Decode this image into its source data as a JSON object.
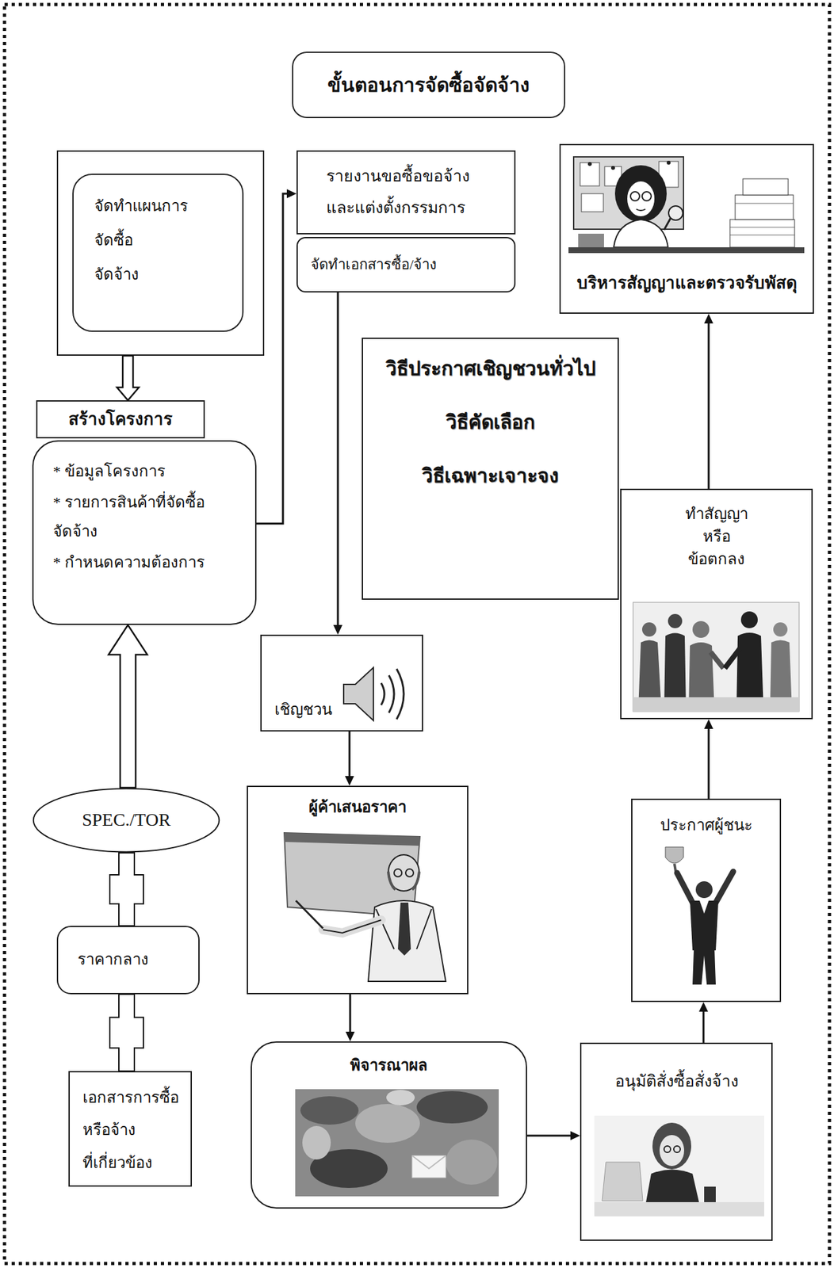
{
  "diagram": {
    "title": "ขั้นตอนการจัดซื้อจัดจ้าง",
    "nodes": [
      {
        "text": [
          "จัดทำแผนการ จัดซื้อ จัดจ้าง"
        ]
      },
      {
        "text": [
          "รายงานขอซื้อขอจ้าง และแต่งตั้งกรรมการ"
        ]
      },
      {
        "text": [
          "จัดทำเอกสารซื้อ/จ้าง"
        ]
      },
      {
        "text": [
          "บริหารสัญญาและตรวจรับพัสดุ"
        ]
      },
      {
        "text": [
          "สร้างโครงการ"
        ]
      },
      {
        "text": [
          "* ข้อมูลโครงการ",
          "* รายการสินค้าที่จัดซื้อ จัดจ้าง",
          "* กำหนดความต้องการ"
        ]
      },
      {
        "text": [
          "วิธีประกาศเชิญชวนทั่วไป",
          "วิธีคัดเลือก",
          "วิธีเฉพาะเจาะจง"
        ]
      },
      {
        "text": [
          "ทำสัญญา หรือ ข้อตกลง"
        ]
      },
      {
        "text": [
          "เชิญชวน"
        ]
      },
      {
        "text": [
          "SPEC./TOR"
        ]
      },
      {
        "text": [
          "ผู้ค้าเสนอราคา"
        ]
      },
      {
        "text": [
          "ประกาศผู้ชนะ"
        ]
      },
      {
        "text": [
          "ราคากลาง"
        ]
      },
      {
        "text": [
          "เอกสารการซื้อ หรือจ้าง ที่เกี่ยวข้อง"
        ]
      },
      {
        "text": [
          "พิจารณาผล"
        ]
      },
      {
        "text": [
          "อนุมัติสั่งซื้อสั่งจ้าง"
        ]
      }
    ],
    "edges": [
      {
        "from": 0,
        "to": 4,
        "arrow": "to"
      },
      {
        "from": 5,
        "to": 1,
        "arrow": "to"
      },
      {
        "from": 2,
        "to": 8,
        "arrow": "to"
      },
      {
        "from": 8,
        "to": 10,
        "arrow": "to"
      },
      {
        "from": 10,
        "to": 14,
        "arrow": "to"
      },
      {
        "from": 14,
        "to": 15,
        "arrow": "to"
      },
      {
        "from": 15,
        "to": 11,
        "arrow": "to"
      },
      {
        "from": 11,
        "to": 7,
        "arrow": "to"
      },
      {
        "from": 7,
        "to": 3,
        "arrow": "to"
      },
      {
        "from": 9,
        "to": 5,
        "arrow": "to"
      },
      {
        "from": 9,
        "to": 12,
        "arrow": "none"
      },
      {
        "from": 12,
        "to": 13,
        "arrow": "none"
      }
    ]
  }
}
